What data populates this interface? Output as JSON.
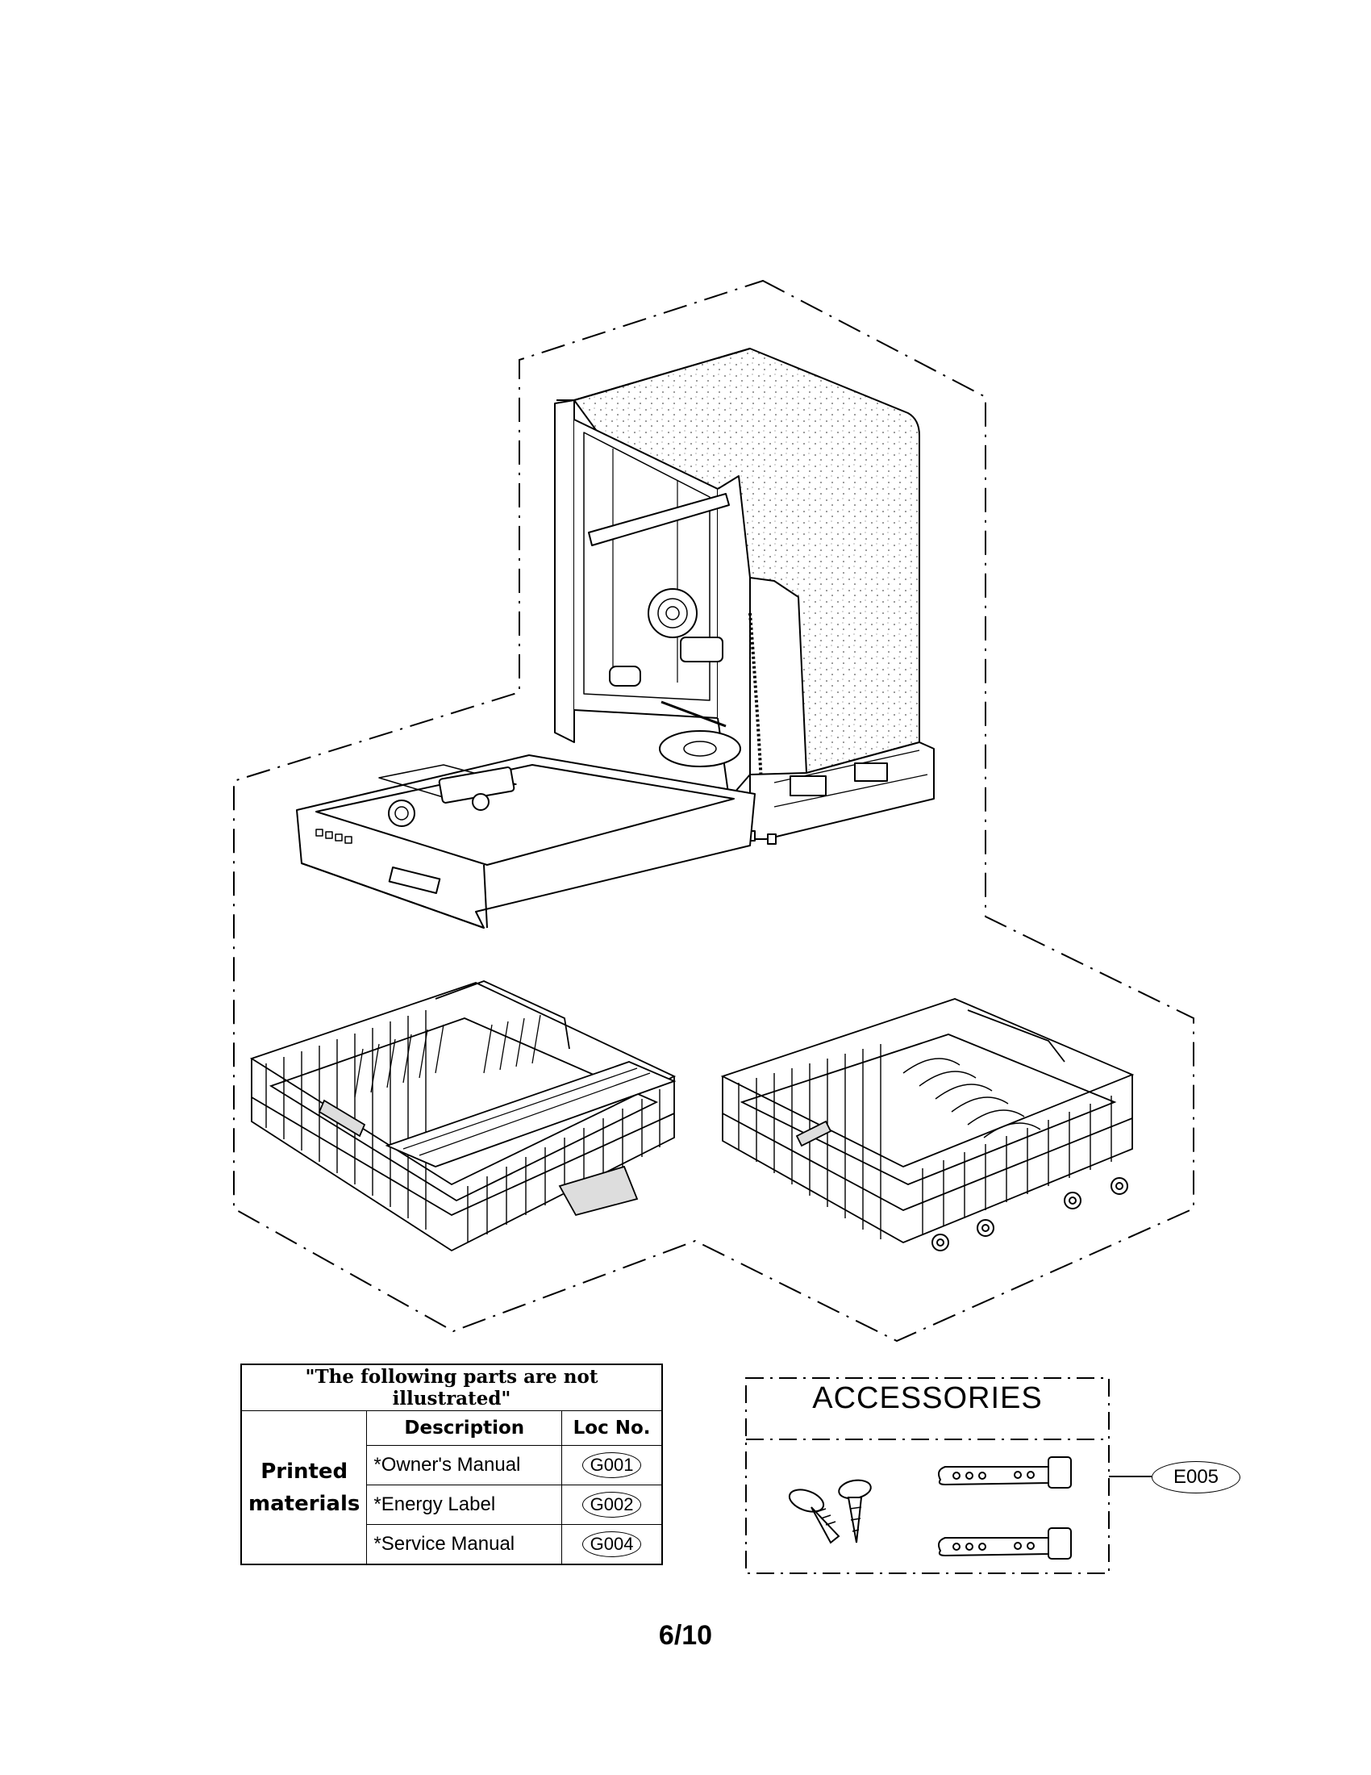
{
  "parts_table": {
    "note": "\"The following parts are not illustrated\"",
    "headers": {
      "description": "Description",
      "loc_no": "Loc No."
    },
    "group": {
      "line1": "Printed",
      "line2": "materials"
    },
    "rows": [
      {
        "description": "*Owner's Manual",
        "loc": "G001"
      },
      {
        "description": "*Energy Label",
        "loc": "G002"
      },
      {
        "description": "*Service Manual",
        "loc": "G004"
      }
    ]
  },
  "accessories": {
    "title": "ACCESSORIES",
    "callout": "E005",
    "icons": [
      "screw-icon",
      "door-hinge-bracket-icon"
    ]
  },
  "page_number": "6/10"
}
